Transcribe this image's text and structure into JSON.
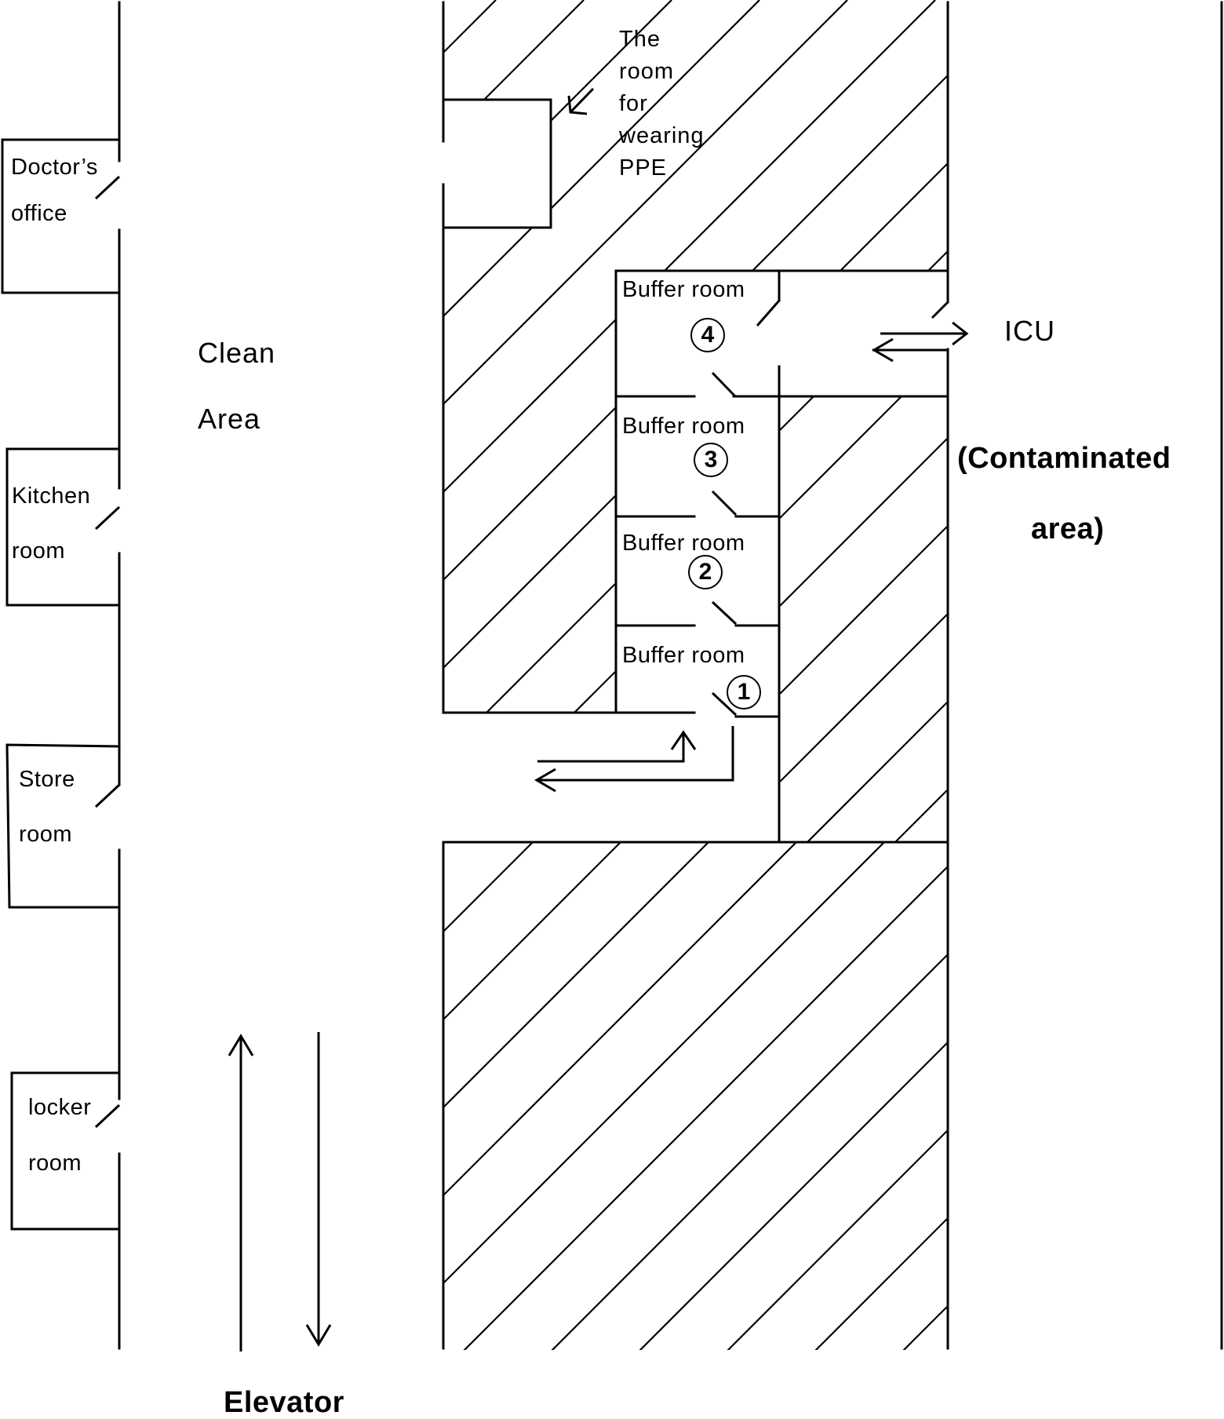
{
  "labels": {
    "ppe_room": [
      "The",
      "room",
      "for",
      "wearing",
      "PPE"
    ],
    "doctors_office": [
      "Doctor’s",
      "office"
    ],
    "kitchen_room": [
      "Kitchen",
      "room"
    ],
    "store_room": [
      "Store",
      "room"
    ],
    "locker_room": [
      "locker",
      "room"
    ],
    "clean_area": [
      "Clean",
      "Area"
    ],
    "icu": "ICU",
    "contaminated_area": [
      "(Contaminated",
      "area)"
    ],
    "elevator": "Elevator",
    "buffer_rooms": [
      {
        "label": "Buffer room",
        "number": "4"
      },
      {
        "label": "Buffer room",
        "number": "3"
      },
      {
        "label": "Buffer room",
        "number": "2"
      },
      {
        "label": "Buffer room",
        "number": "1"
      }
    ]
  }
}
